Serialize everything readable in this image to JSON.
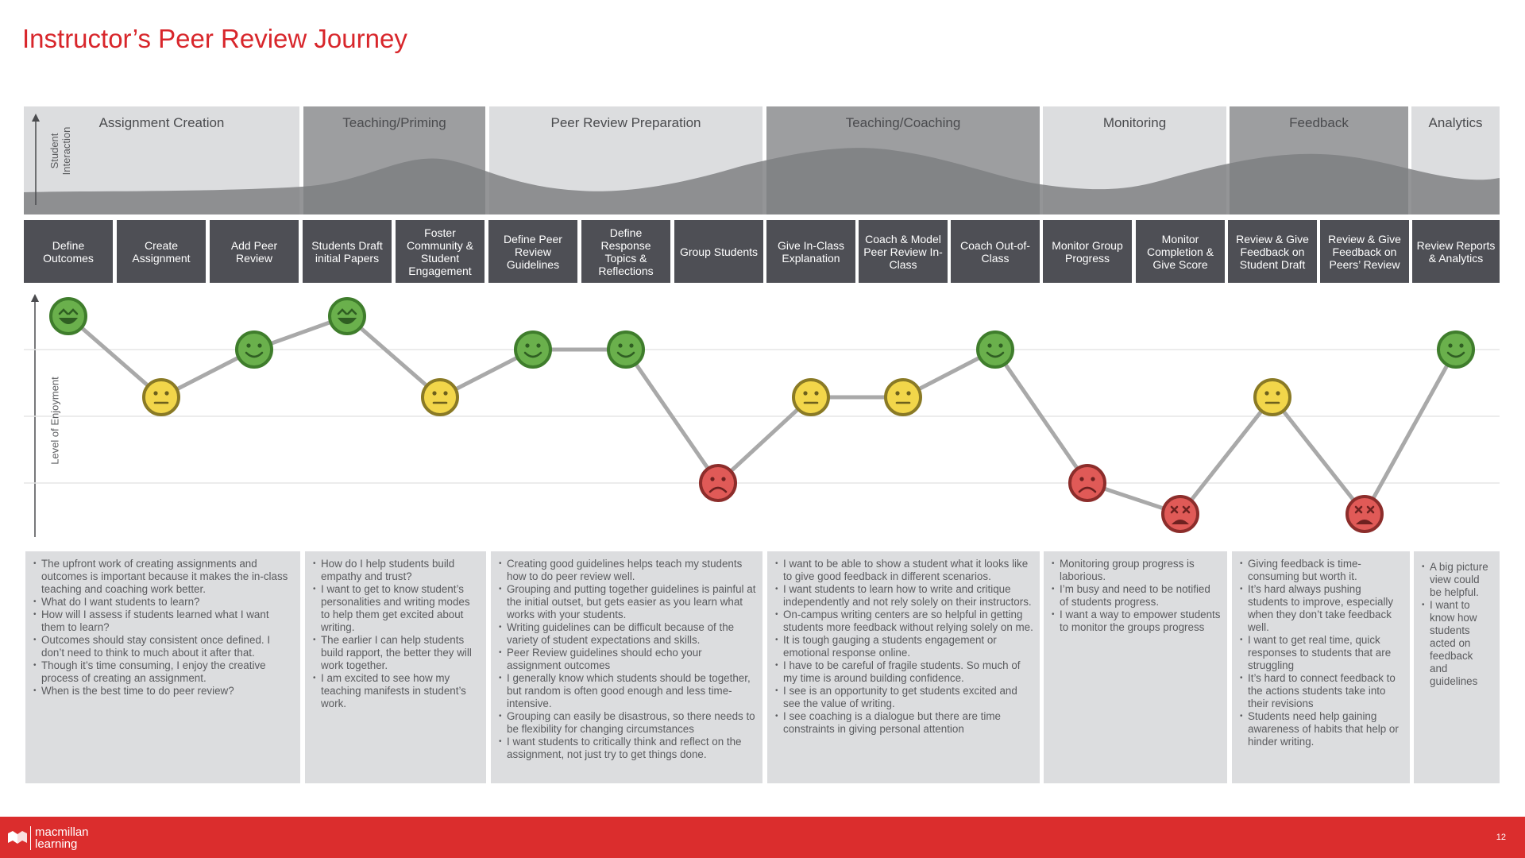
{
  "title": "Instructor’s Peer Review Journey",
  "axes": {
    "interaction_label": "Student Interaction",
    "enjoyment_label": "Level of Enjoyment"
  },
  "phases": [
    {
      "label": "Assignment Creation",
      "shade": "light"
    },
    {
      "label": "Teaching/Priming",
      "shade": "dark"
    },
    {
      "label": "Peer Review Preparation",
      "shade": "light"
    },
    {
      "label": "Teaching/Coaching",
      "shade": "dark"
    },
    {
      "label": "Monitoring",
      "shade": "light"
    },
    {
      "label": "Feedback",
      "shade": "dark"
    },
    {
      "label": "Analytics",
      "shade": "light"
    }
  ],
  "steps": [
    {
      "label": "Define Outcomes",
      "mood": "delighted"
    },
    {
      "label": "Create Assignment",
      "mood": "neutral"
    },
    {
      "label": "Add Peer Review",
      "mood": "happy"
    },
    {
      "label": "Students Draft initial Papers",
      "mood": "delighted"
    },
    {
      "label": "Foster Community & Student Engagement",
      "mood": "neutral"
    },
    {
      "label": "Define Peer Review Guidelines",
      "mood": "happy"
    },
    {
      "label": "Define Response Topics & Reflections",
      "mood": "happy"
    },
    {
      "label": "Group Students",
      "mood": "sad"
    },
    {
      "label": "Give In-Class Explanation",
      "mood": "neutral"
    },
    {
      "label": "Coach & Model Peer Review In-Class",
      "mood": "neutral"
    },
    {
      "label": "Coach Out-of-Class",
      "mood": "happy"
    },
    {
      "label": "Monitor Group Progress",
      "mood": "sad"
    },
    {
      "label": "Monitor Completion & Give Score",
      "mood": "miserable"
    },
    {
      "label": "Review & Give Feedback on Student Draft",
      "mood": "neutral"
    },
    {
      "label": "Review & Give Feedback on Peers’ Review",
      "mood": "miserable"
    },
    {
      "label": "Review Reports & Analytics",
      "mood": "happy"
    }
  ],
  "notes": [
    {
      "items": [
        "The upfront work of creating assignments and outcomes is important because it makes the in-class teaching and coaching work better.",
        "What do I want students to learn?",
        "How will I assess if students learned what I want them to learn?",
        "Outcomes should stay consistent once defined. I don’t need to think to much about it after that.",
        "Though it’s time consuming, I enjoy the creative process of creating an assignment.",
        "When is the best time to do peer review?"
      ]
    },
    {
      "items": [
        "How do I help students build empathy and trust?",
        "I want to get to know student’s personalities and writing modes to help them get excited about writing.",
        "The earlier I can help students build rapport, the better they will work together.",
        "I am excited to see how my teaching manifests in student’s work."
      ]
    },
    {
      "items": [
        "Creating good guidelines helps teach my students how to do peer review well.",
        "Grouping and putting together guidelines is painful at the initial outset, but gets easier as you learn what works with your students.",
        "Writing guidelines can be difficult because of the variety of student expectations and skills.",
        "Peer Review guidelines should echo your assignment outcomes",
        "I generally know which students should be together, but random is often good enough and less time-intensive.",
        "Grouping can easily be disastrous, so there needs to be flexibility for changing circumstances",
        "I want students to critically think and reflect on the assignment, not just try to get things done."
      ]
    },
    {
      "items": [
        "I want to be able to show a student what it looks like to give good feedback in different scenarios.",
        "I want students to learn how to write and critique independently and not rely solely on their instructors.",
        "On-campus writing centers are so helpful in getting students more feedback without relying solely on me.",
        "It is tough gauging a students engagement or emotional response online.",
        "I have to be careful of fragile students. So much of my time is around building confidence.",
        "I see is an opportunity to get students excited and see the value of writing.",
        "I see coaching is a dialogue but there are time constraints in giving personal attention"
      ]
    },
    {
      "items": [
        "Monitoring group progress is laborious.",
        "I’m busy and need to be notified of students progress.",
        "I want a way to empower students to monitor the groups progress"
      ]
    },
    {
      "items": [
        "Giving feedback is time-consuming but worth it.",
        "It’s hard always pushing students to improve, especially when they don’t take feedback well.",
        "I want to get real time, quick responses to students that are struggling",
        "It’s hard to connect feedback to the actions students take into their revisions",
        "Students need help gaining awareness of habits that help or hinder writing."
      ]
    },
    {
      "items": [
        "A big picture view could be helpful.",
        "I want to know how students acted on feedback and guidelines"
      ]
    }
  ],
  "footer": {
    "brand_line1": "macmillan",
    "brand_line2": "learning",
    "page_number": "12"
  },
  "colors": {
    "title_red": "#d8262b",
    "footer_red": "#db2d2d",
    "step_bg": "#4e4f55",
    "green_face": "#6ab04c",
    "yellow_face": "#f2d64a",
    "red_face": "#e05a57"
  }
}
